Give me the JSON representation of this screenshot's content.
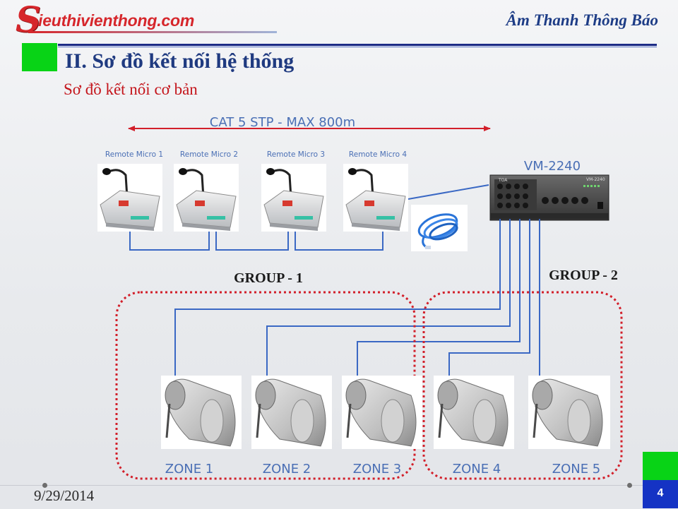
{
  "header": {
    "logo_initial": "S",
    "logo_text": "ieuthivienthong.com",
    "right_title": "Âm Thanh Thông Báo"
  },
  "section": {
    "title": "II. Sơ đồ kết nối hệ thống",
    "subtitle": "Sơ đồ kết nối cơ bản"
  },
  "diagram": {
    "cable_label": "CAT 5 STP - MAX 800m",
    "amplifier_label": "VM-2240",
    "amplifier_panel_text": "VM-2240",
    "amplifier_brand": "TOA",
    "remote_micros": [
      "Remote Micro 1",
      "Remote Micro 2",
      "Remote Micro 3",
      "Remote Micro 4"
    ],
    "groups": [
      "GROUP - 1",
      "GROUP - 2"
    ],
    "zones": [
      "ZONE 1",
      "ZONE 2",
      "ZONE 3",
      "ZONE 4",
      "ZONE 5"
    ],
    "colors": {
      "cable_arrow": "#d21f2a",
      "wire": "#3a68c4",
      "group_outline": "#d21f2a",
      "zone_text": "#4a6fb5",
      "label_text": "#4a6fb5"
    }
  },
  "footer": {
    "date": "9/29/2014",
    "page_number": "4"
  }
}
